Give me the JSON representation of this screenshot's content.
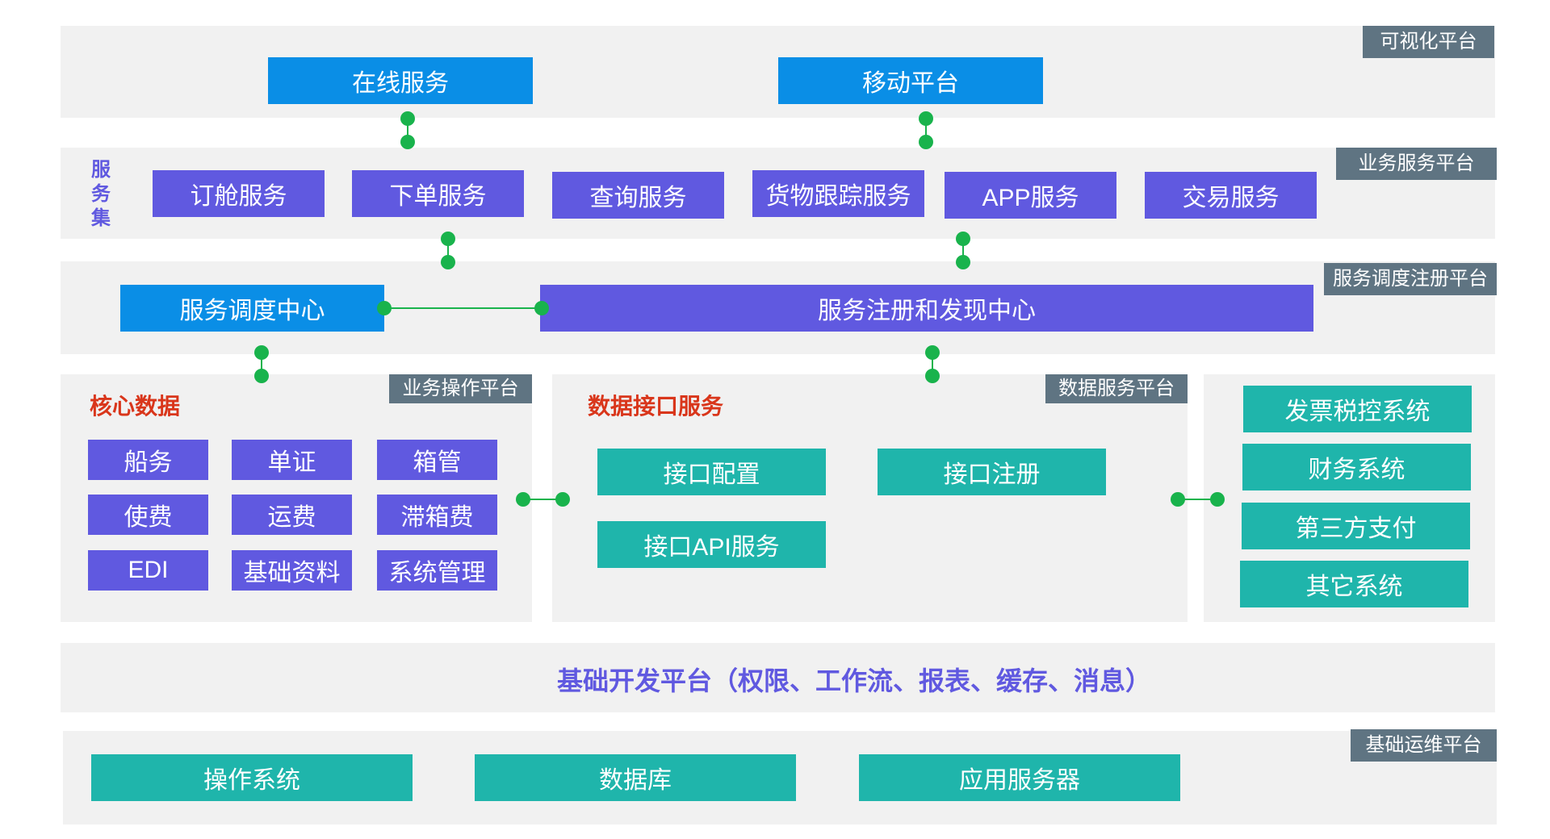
{
  "visual_platform": {
    "tag": "可视化平台",
    "online_service": "在线服务",
    "mobile_platform": "移动平台"
  },
  "business_platform": {
    "tag": "业务服务平台",
    "side_label": [
      "服",
      "务",
      "集"
    ],
    "services": [
      "订舱服务",
      "下单服务",
      "查询服务",
      "货物跟踪服务",
      "APP服务",
      "交易服务"
    ]
  },
  "dispatch_platform": {
    "tag": "服务调度注册平台",
    "dispatch_center": "服务调度中心",
    "registry_center": "服务注册和发现中心"
  },
  "operation_platform": {
    "tag": "业务操作平台",
    "heading": "核心数据",
    "items": [
      "船务",
      "单证",
      "箱管",
      "使费",
      "运费",
      "滞箱费",
      "EDI",
      "基础资料",
      "系统管理"
    ]
  },
  "data_platform": {
    "tag": "数据服务平台",
    "heading": "数据接口服务",
    "interface_config": "接口配置",
    "interface_register": "接口注册",
    "interface_api": "接口API服务"
  },
  "external_systems": [
    "发票税控系统",
    "财务系统",
    "第三方支付",
    "其它系统"
  ],
  "foundation": {
    "text": "基础开发平台（权限、工作流、报表、缓存、消息）"
  },
  "ops_platform": {
    "tag": "基础运维平台",
    "items": [
      "操作系统",
      "数据库",
      "应用服务器"
    ]
  },
  "colors": {
    "panel": "#f1f1f1",
    "tag": "#5f7482",
    "blue": "#0a8ee6",
    "purple": "#6059e0",
    "teal": "#1fb5ab",
    "heading_red": "#d9361b",
    "connector_green": "#19b34c"
  }
}
